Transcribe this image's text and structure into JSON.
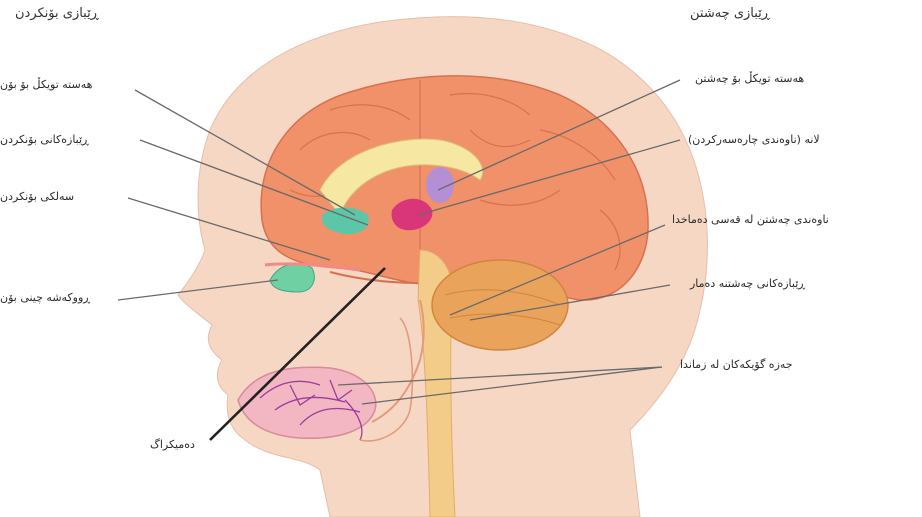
{
  "left_title": "ڕێبازی بۆنکردن",
  "right_title": "ڕێبازی چەشتن",
  "left_labels": [
    "هەستە تویکڵ بۆ بۆن",
    "ڕێبازەکانی بۆنکردن",
    "سەلکی بۆنکردن",
    "ڕووکەشە چینی بۆن"
  ],
  "right_labels": [
    "هەستە تویکڵ بۆ چەشتن",
    "لانە (ناوەندی چارەسەرکردن)",
    "ناوەندی چەشتن لە قەسی دەماخدا",
    "ڕێبازەکانی چەشتنە دەمار",
    "جەزە گۆیکەکان لە زماندا"
  ],
  "bottom_label": "دەمیکراگ",
  "colors": {
    "skin": "#f6d7c4",
    "brain": "#f1916a",
    "cerebellum": "#e9a35a",
    "brainstem": "#f4cc8a",
    "olfactory": "#5bc7a8",
    "taste_cortex": "#d9367a",
    "thalamus": "#b58fd6"
  }
}
